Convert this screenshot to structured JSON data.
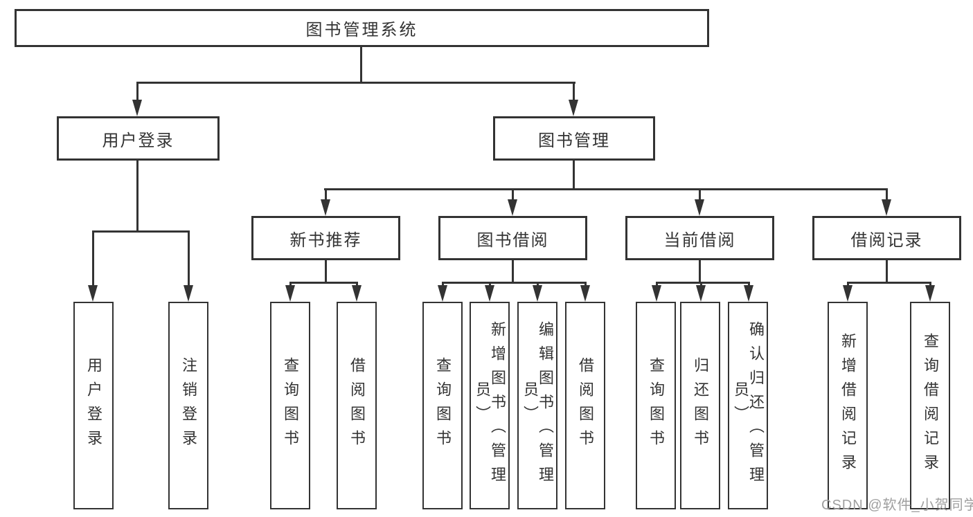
{
  "tree": {
    "label": "图书管理系统",
    "children": [
      {
        "label": "用户登录",
        "children": [
          {
            "label": "用户登录"
          },
          {
            "label": "注销登录"
          }
        ]
      },
      {
        "label": "图书管理",
        "children": [
          {
            "label": "新书推荐",
            "children": [
              {
                "label": "查询图书"
              },
              {
                "label": "借阅图书"
              }
            ]
          },
          {
            "label": "图书借阅",
            "children": [
              {
                "label": "查询图书"
              },
              {
                "label": "新增图书（管理员）"
              },
              {
                "label": "编辑图书（管理员）"
              },
              {
                "label": "借阅图书"
              }
            ]
          },
          {
            "label": "当前借阅",
            "children": [
              {
                "label": "查询图书"
              },
              {
                "label": "归还图书"
              },
              {
                "label": "确认归还（管理员）"
              }
            ]
          },
          {
            "label": "借阅记录",
            "children": [
              {
                "label": "新增借阅记录"
              },
              {
                "label": "查询借阅记录"
              }
            ]
          }
        ]
      }
    ]
  },
  "watermark": "CSDN @软件_小贺同学",
  "colors": {
    "line": "#333333",
    "text": "#333333",
    "watermark": "#9f9f9f",
    "background": "#ffffff"
  }
}
